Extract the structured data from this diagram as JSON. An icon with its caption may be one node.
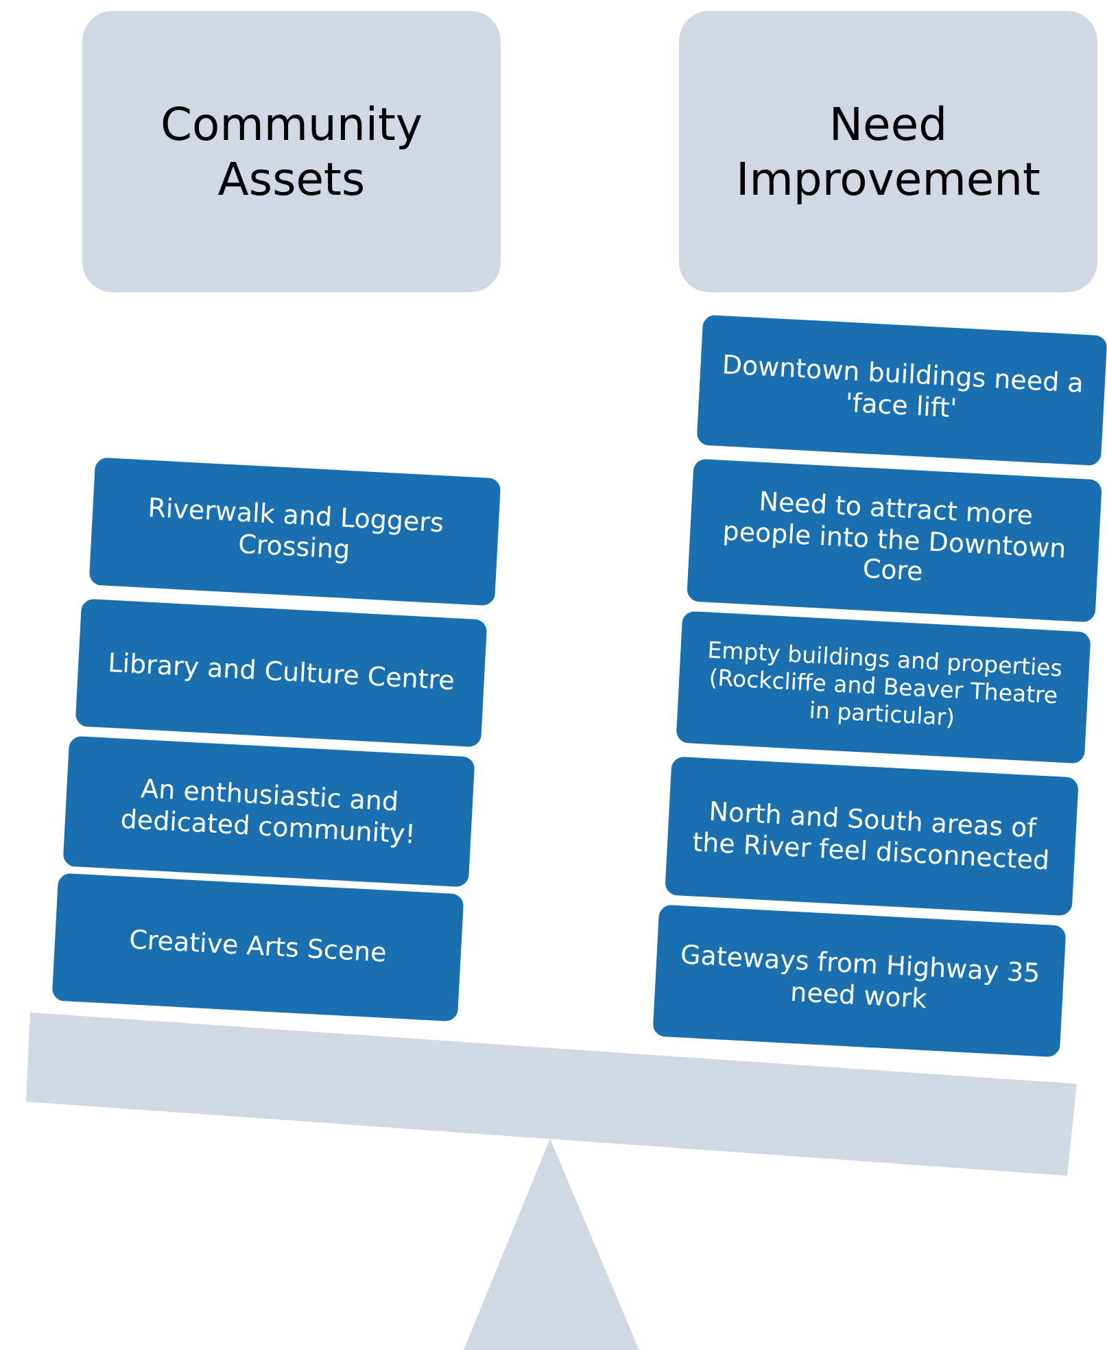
{
  "diagram": {
    "nodes": [
      {
        "text": [
          "Community Assets"
        ]
      },
      {
        "text": [
          "Need Improvement"
        ]
      },
      {
        "text": [
          "Riverwalk and Loggers Crossing"
        ]
      },
      {
        "text": [
          "Library and Culture Centre"
        ]
      },
      {
        "text": [
          "An enthusiastic and dedicated community!"
        ]
      },
      {
        "text": [
          "Creative Arts Scene"
        ]
      },
      {
        "text": [
          "Downtown buildings need a 'face lift'"
        ]
      },
      {
        "text": [
          "Need to attract more people into the Downtown Core"
        ]
      },
      {
        "text": [
          "Empty buildings and properties (Rockcliffe and Beaver Theatre in particular)"
        ]
      },
      {
        "text": [
          "North and South areas of the River feel disconnected"
        ]
      },
      {
        "text": [
          "Gateways from Highway 35 need work"
        ]
      }
    ]
  }
}
